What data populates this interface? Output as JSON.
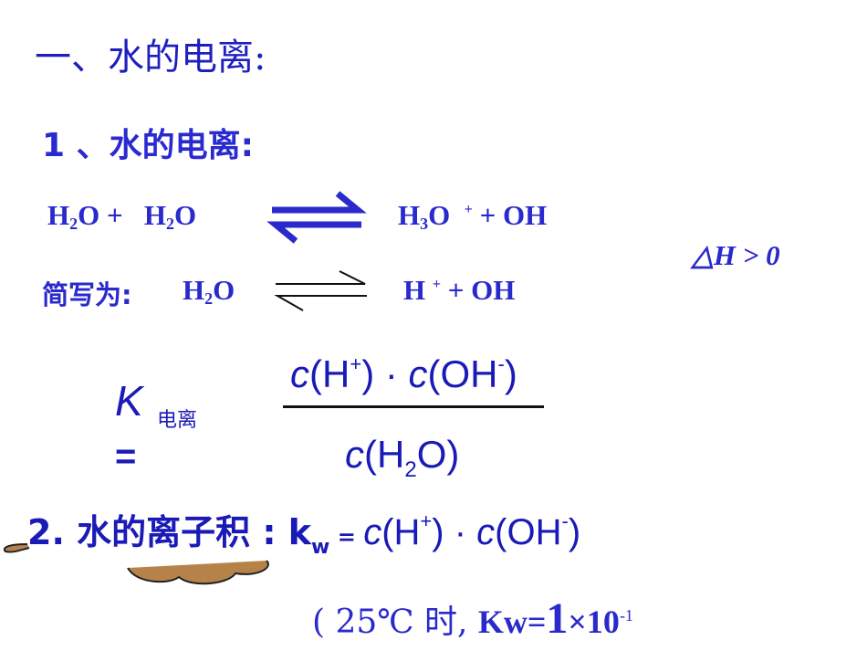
{
  "section_title": "一、水的电离:",
  "subsection_title": "1 、水的电离:",
  "eq1": {
    "reactant1": "H",
    "reactant1_sub": "2",
    "reactant1_tail": "O +",
    "reactant2": "H",
    "reactant2_sub": "2",
    "reactant2_tail": "O",
    "product1": "H",
    "product1_sub": "3",
    "product1_tail": "O",
    "product1_charge": "+",
    "product2": "+ OH"
  },
  "eq2": {
    "prefix": "简写为:",
    "reactant": "H",
    "reactant_sub": "2",
    "reactant_tail": "O",
    "product1": "H",
    "product1_charge": "+",
    "product2": "+ OH"
  },
  "delta_h": "△H > 0",
  "k_expr": {
    "k_letter": "K",
    "k_subscript": "电离",
    "equals": "=",
    "numerator": {
      "c1": "c",
      "h": "(H",
      "h_charge": "+",
      "mid": ") · ",
      "c2": "c",
      "oh": "(OH",
      "oh_charge": "-",
      "close": ")"
    },
    "denominator": {
      "c": "c",
      "open": "(H",
      "sub": "2",
      "close": "O)"
    }
  },
  "kw_line": {
    "label": "2. 水的离子积 : k",
    "sub": "w",
    "eq": " = ",
    "c1": "c",
    "h": "(H",
    "h_charge": "+",
    "mid": ") · ",
    "c2": "c",
    "oh": "(OH",
    "oh_charge": "-",
    "close": ")"
  },
  "note": {
    "text": "( 25℃ 时, ",
    "kw": "Kw=",
    "one": "1",
    "times": "×10",
    "exp": "-1"
  },
  "colors": {
    "text_blue": "#1a1ab8",
    "cloud_brown": "#b5834a"
  }
}
